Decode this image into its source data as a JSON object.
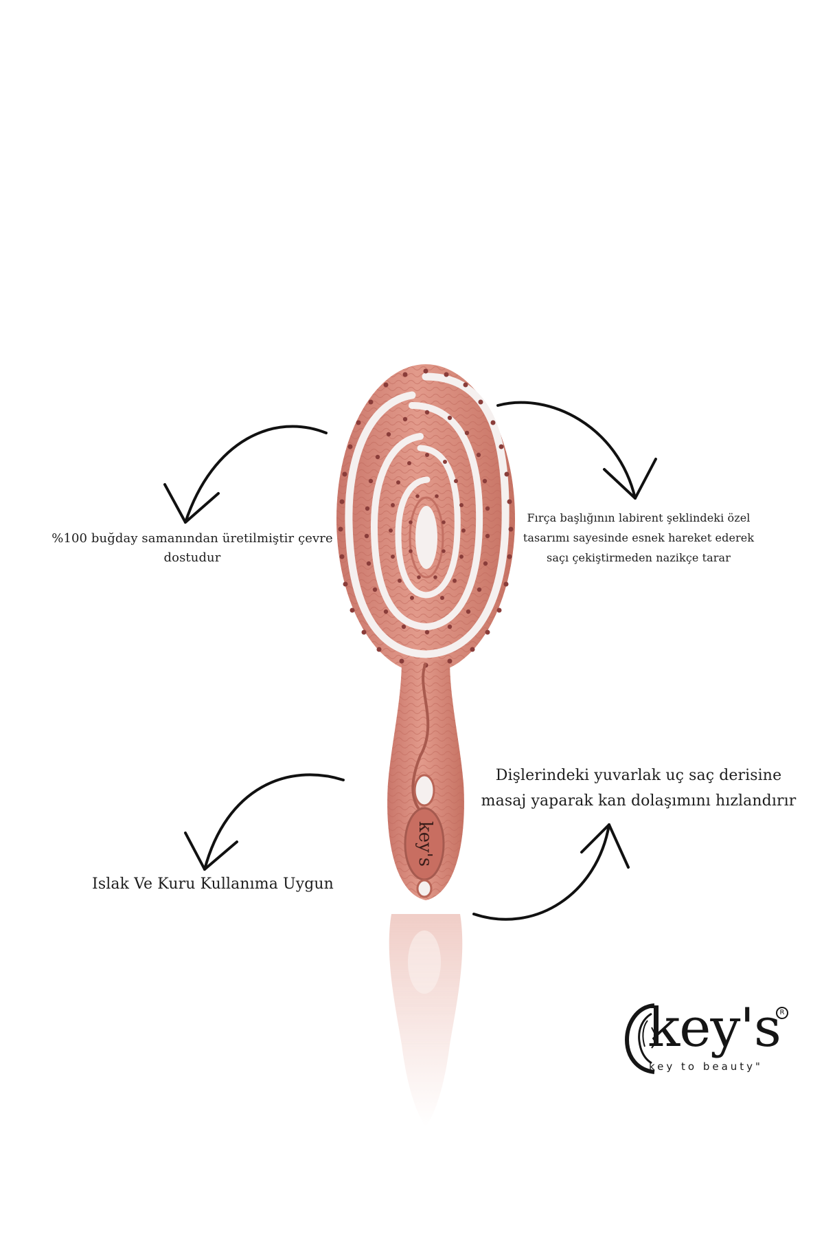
{
  "captions": {
    "top_left": {
      "line1": "%100 buğday samanından üretilmiştir çevre",
      "line2": "dostudur"
    },
    "top_right": {
      "line1": "Fırça başlığının labirent şeklindeki özel",
      "line2": "tasarımı sayesinde esnek hareket ederek",
      "line3": "saçı çekiştirmeden nazikçe tarar"
    },
    "bottom_left": {
      "line1": "Islak Ve Kuru Kullanıma Uygun"
    },
    "bottom_right": {
      "line1": "Dişlerindeki yuvarlak uç saç derisine",
      "line2": "masaj yaparak kan dolaşımını hızlandırır"
    }
  },
  "logo": {
    "wordmark": "key's",
    "registered": "R",
    "tagline": "key to beauty\""
  },
  "product": {
    "handle_text": "key's",
    "brush_color": "#d98878",
    "brush_dark": "#b9675a",
    "bristle_color": "#8a3d3a"
  },
  "colors": {
    "background": "#ffffff",
    "text": "#1d1d1d",
    "arrow": "#111111"
  },
  "icons": [
    "curved-arrow-icon",
    "brush-image",
    "keys-logo"
  ]
}
